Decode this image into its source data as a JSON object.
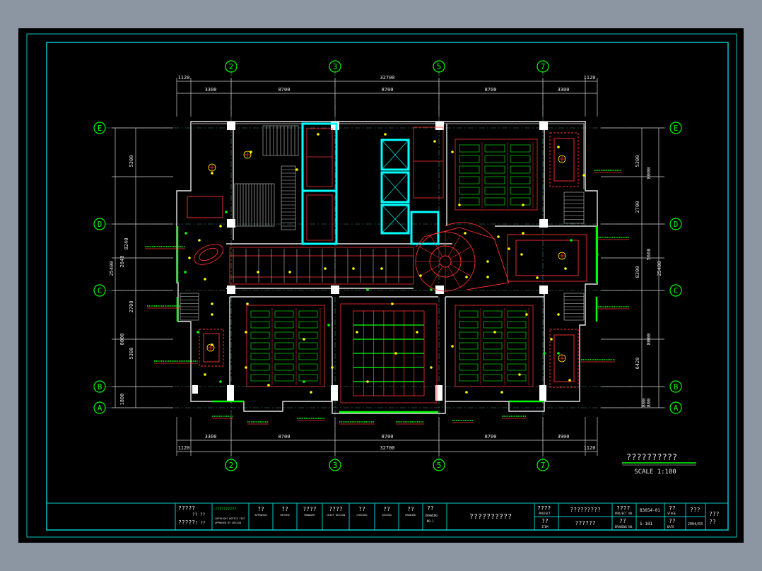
{
  "colors": {
    "frame": "#00c8c8",
    "wall": "#e6e6e6",
    "dimension": "#e6e6e6",
    "grid_bubble": "#00ff00",
    "grid_text": "#00ff00",
    "core": "#00ffff",
    "ceiling": "#ff3030",
    "fixture": "#00ff00",
    "accent": "#ffff00"
  },
  "grid": {
    "columns": [
      "2",
      "3",
      "5",
      "7"
    ],
    "rows": [
      "E",
      "D",
      "C",
      "B",
      "A"
    ]
  },
  "dims": {
    "top_total": "32700",
    "top_edge_left": "1120",
    "top_edge_right": "1120",
    "top_segments": [
      "3300",
      "8700",
      "8700",
      "8700",
      "3300"
    ],
    "bottom_total": "32700",
    "bottom_edge_left": "1120",
    "bottom_edge_right": "1120",
    "bottom_segments": [
      "3300",
      "8700",
      "8700",
      "8700",
      "3900"
    ],
    "left_total": "25400",
    "left_segments": [
      "5300",
      "8240",
      "2640",
      "2700",
      "8000",
      "5300",
      "1800"
    ],
    "right_total": "25400",
    "right_segments": [
      "5300",
      "8000",
      "2700",
      "5660",
      "8300",
      "8000",
      "6420",
      "800",
      "800"
    ]
  },
  "drawing": {
    "title": "??????????",
    "scale": "SCALE 1:100"
  },
  "title_block": {
    "company_cn_1": "?????",
    "company_cn_2": "?? ??",
    "company_cn_3": "?????",
    "company_cn_4": "? ??",
    "company_en_1": "COPYRIGHT NOTICE TEXT",
    "company_en_2": "APPROVED BY DESIGN",
    "company_small": "??????????",
    "cells": [
      {
        "cn": "??",
        "en": "APPROVED"
      },
      {
        "cn": "??",
        "en": "REVIEW"
      },
      {
        "cn": "????",
        "en": "MANAGER"
      },
      {
        "cn": "????",
        "en": "CHIEF DESIGN"
      },
      {
        "cn": "??",
        "en": "CHECKED"
      },
      {
        "cn": "??",
        "en": "DESIGN"
      },
      {
        "cn": "??",
        "en": "DRAWING"
      }
    ],
    "drawing_cn": "??",
    "drawing_en": "DRAWING",
    "drawing_no_small": "NO.1",
    "drawing_name": "??????????",
    "project_cn": "????",
    "project_en": "PROJECT",
    "project_value": "?????????",
    "item_cn": "??",
    "item_en": "ITEM",
    "item_value": "??????",
    "project_no_cn": "????",
    "project_no_en": "PROJECT NO.",
    "project_no_value": "B3654-01",
    "drawing_no_cn": "??",
    "drawing_no_en": "DRAWING NO.",
    "drawing_no_value": "S-101",
    "stage_cn": "??",
    "stage_en": "STAGE",
    "stage_value": "???",
    "date_cn": "??",
    "date_en": "DATE",
    "date_value": "2004/03",
    "rev_1": "???",
    "rev_2": "??"
  }
}
